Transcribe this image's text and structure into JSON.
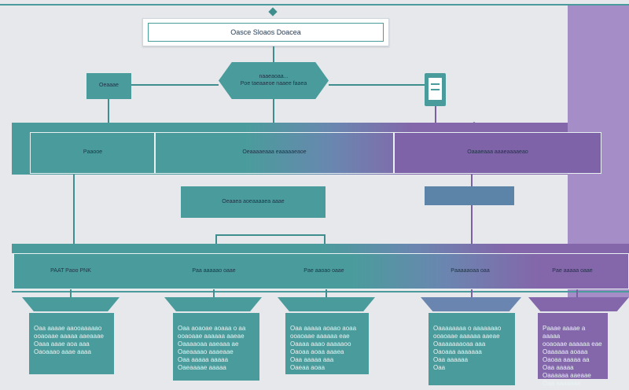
{
  "title": "Oasce Sloaos Doacea",
  "hexagon": {
    "line1": "naaeaoaa...",
    "line2": "Poe taeaaeoe naaee faaea"
  },
  "side_box_label": "Oeaaae",
  "tier1": {
    "left": "Paaooe",
    "center": "Oeaaaaeaaa eaaaaaeaoe",
    "right": "Oaaaeaaa aaaeaaaaeao"
  },
  "mid_label": "Oeaaea aoeaaaaea aaae",
  "tier2": [
    "PAAT Paoo PNK",
    "Paa aaaaao oaae",
    "Pae aaoao oaae",
    "Paaaaaoaa oaa",
    "Pae aaaaa oaae"
  ],
  "cards": [
    "Oaa aaaae aaooaaaaao\nooaoaae aaaaa aaeaaae\nOaaa aaae aoa aaa\nOaoaaao aaae aaaa",
    "Oaa aoaoae aoaaa o aa\nooaoaae aaaaaa aaeae\nOaaaaoaa aaeaaa ae\nOaeaaaao aaaeaae\nOaa aaaaa aaaaa\nOaeaaaae aaaaa",
    "Oaa aaaaa aoaao aoaa\nooaoaae aaaaaa eae\nOaaaa aaao aaaaaoo\nOaoaa aoaa aaaea\nOaa aaaaa aaa\nOaeaa aoaa",
    "Oaaaaaaaa o aaaaaaao\nooaoaae aaaaaa aaeae\nOaaaaaaaoaa aaa\nOaoaaa aaaaaaa\nOaa aaaaaa\nOaa",
    "Paaae aaaae a aaaaa\nooaoaae aaaaaa eae\nOaaaaaa aoaaa\nOaoaa aaaaa aa\nOaa aaaaa\nOaaaaaa aaeaae\nOaa aaaaaaa"
  ],
  "colors": {
    "teal": "#4a9c9c",
    "purple": "#8367aa",
    "background": "#e6e8ec"
  }
}
